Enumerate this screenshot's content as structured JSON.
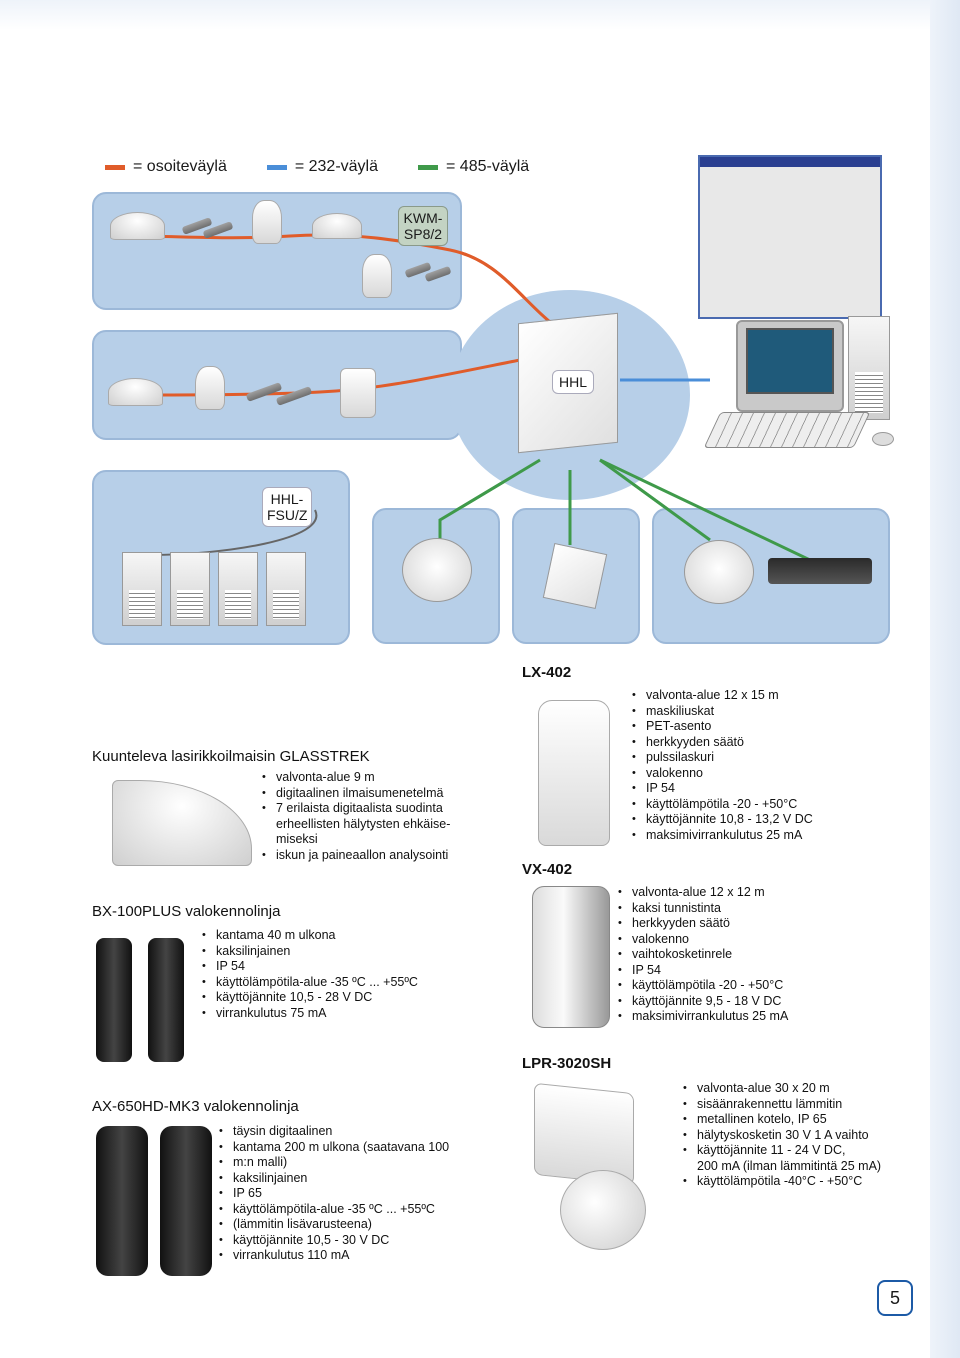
{
  "legend": {
    "items": [
      {
        "label": "= osoiteväylä",
        "color": "#e05c2a"
      },
      {
        "label": "= 232-väylä",
        "color": "#4a8ed8"
      },
      {
        "label": "= 485-väylä",
        "color": "#3f9a4a"
      }
    ]
  },
  "diagram": {
    "kwm_label": "KWM-\nSP8/2",
    "hhl_label": "HHL",
    "hhl_fsu_label": "HHL-\nFSU/Z"
  },
  "products": {
    "glasstrek": {
      "title": "Kuunteleva lasirikkoilmaisin GLASSTREK",
      "features": [
        "valvonta-alue 9 m",
        "digitaalinen ilmaisumenetelmä",
        "7 erilaista digitaalista suodinta",
        "erheellisten hälytysten ehkäise-",
        "miseksi",
        "iskun ja paineaallon analysointi"
      ]
    },
    "bx100": {
      "title": "BX-100PLUS valokennolinja",
      "features": [
        "kantama 40 m ulkona",
        "kaksilinjainen",
        "IP 54",
        "käyttölämpötila-alue -35 ºC ... +55ºC",
        "käyttöjännite 10,5 - 28 V DC",
        "virrankulutus 75 mA"
      ]
    },
    "lx402": {
      "title": "LX-402",
      "features": [
        "valvonta-alue 12 x 15 m",
        "maskiliuskat",
        "PET-asento",
        "herkkyyden säätö",
        "pulssilaskuri",
        "valokenno",
        "IP 54",
        "käyttölämpötila -20 - +50°C",
        "käyttöjännite 10,8 - 13,2 V DC",
        "maksimivirrankulutus 25 mA"
      ]
    },
    "vx402": {
      "title": "VX-402",
      "features": [
        "valvonta-alue 12 x 12 m",
        "kaksi tunnistinta",
        "herkkyyden säätö",
        "valokenno",
        "vaihtokosketinrele",
        "IP 54",
        "käyttölämpötila -20 - +50°C",
        "käyttöjännite 9,5 - 18 V DC",
        "maksimivirrankulutus 25 mA"
      ]
    },
    "ax650": {
      "title": "AX-650HD-MK3 valokennolinja",
      "features": [
        "täysin digitaalinen",
        "kantama 200 m ulkona (saatavana 100",
        "m:n malli)",
        "kaksilinjainen",
        "IP 65",
        "käyttölämpötila-alue -35 ºC ... +55ºC",
        "(lämmitin lisävarusteena)",
        "käyttöjännite 10,5 - 30 V DC",
        "virrankulutus 110 mA"
      ]
    },
    "lpr3020": {
      "title": "LPR-3020SH",
      "features": [
        "valvonta-alue 30 x 20 m",
        "sisäänrakennettu lämmitin",
        "metallinen kotelo, IP 65",
        "hälytyskosketin 30 V 1 A vaihto",
        "käyttöjännite 11 - 24 V DC,",
        "200 mA (ilman lämmitintä 25 mA)",
        "käyttölämpötila -40°C - +50°C"
      ]
    }
  },
  "page_number": "5"
}
